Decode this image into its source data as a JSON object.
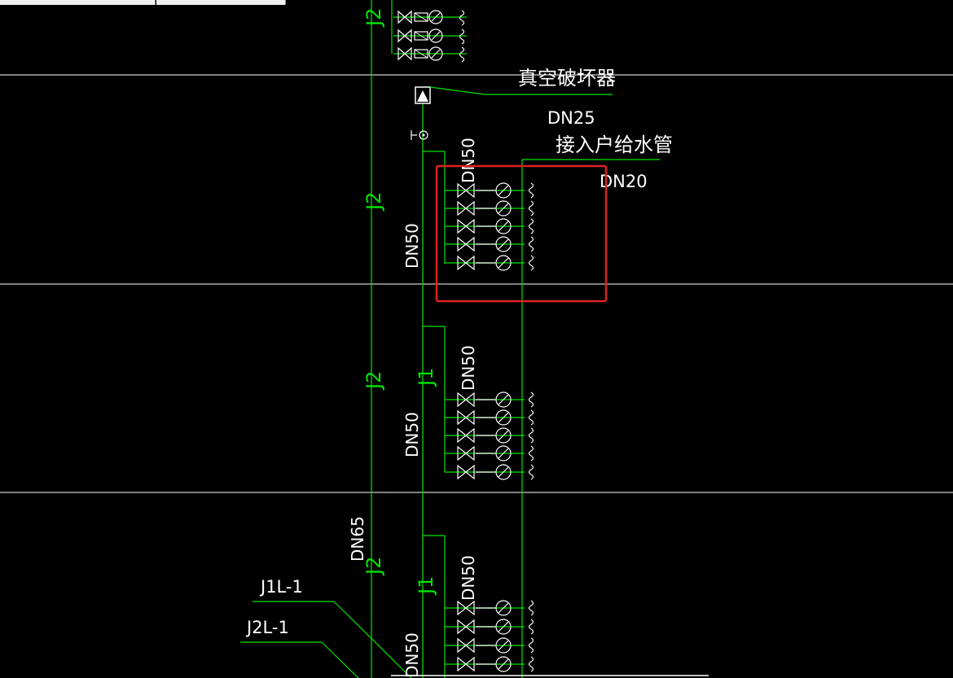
{
  "window": {
    "tabs": [
      "",
      ""
    ]
  },
  "drawing": {
    "risers": [
      {
        "id": "J2",
        "label": "J2"
      },
      {
        "id": "J1",
        "label": "J1"
      }
    ],
    "labels": {
      "vacuum_breaker": "真空破坏器",
      "dn25": "DN25",
      "inlet_pipe": "接入户给水管",
      "dn20": "DN20",
      "dn50": "DN50",
      "dn65": "DN65",
      "j1l1": "J1L-1",
      "j2l1": "J2L-1"
    },
    "colors": {
      "pipe": "#00e600",
      "symbol": "#ffffff",
      "highlight": "#e02020",
      "background": "#000000"
    }
  }
}
